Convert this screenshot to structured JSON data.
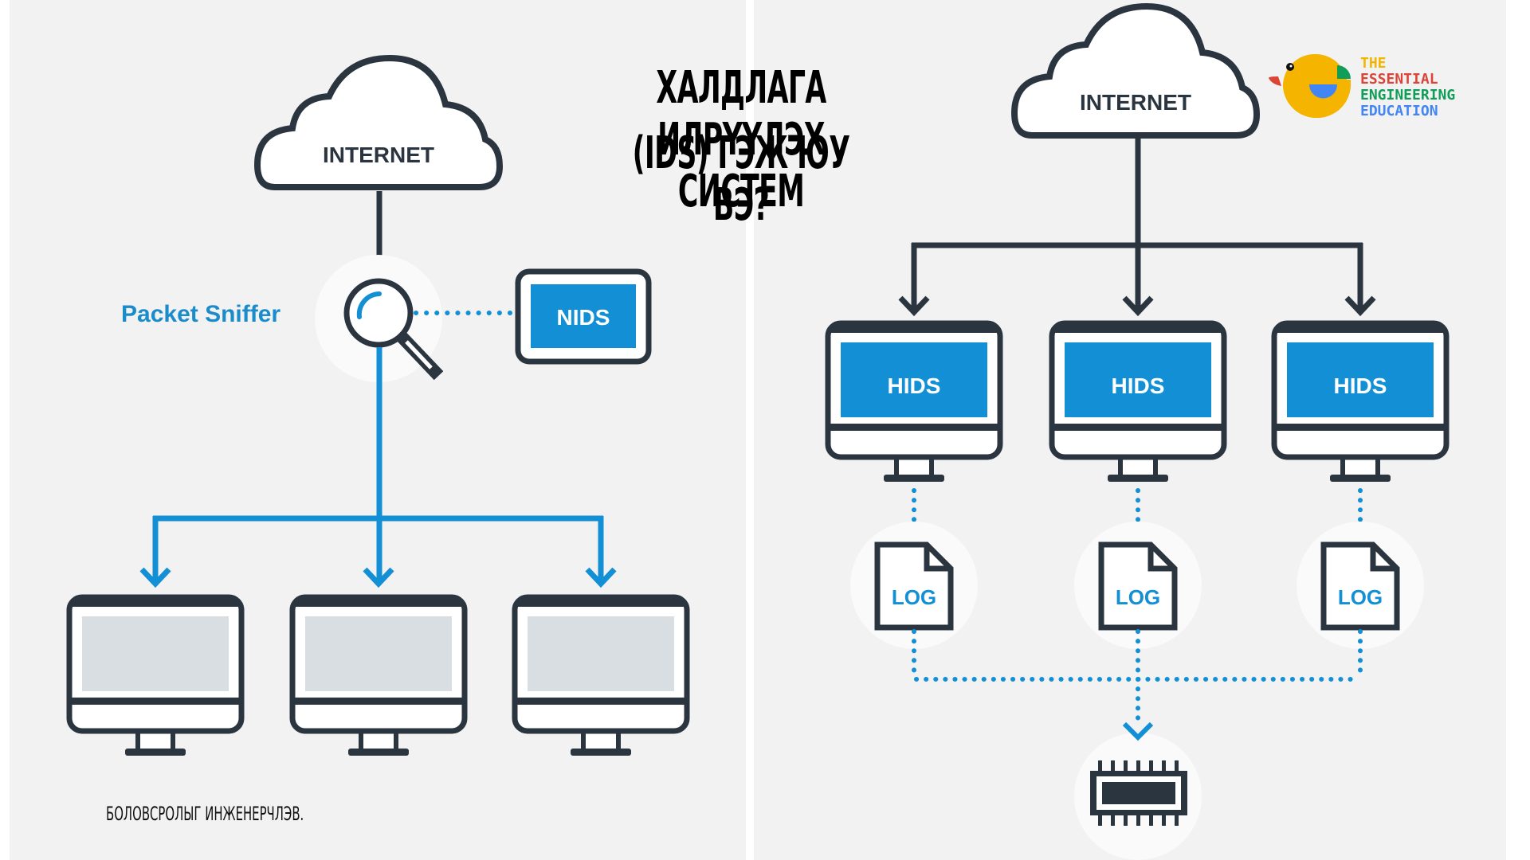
{
  "title": {
    "line1": "ХАЛДЛАГА ИЛРҮҮЛЭХ СИСТЕМ",
    "line2": "(IDS) ГЭЖ ЮУ ВЭ?"
  },
  "caption": "БОЛОВСРОЛЫГ ИНЖЕНЕРЧЛЭВ.",
  "logo": {
    "icon": "duck-icon",
    "lines": [
      {
        "text": "THE",
        "color": "#f4b400"
      },
      {
        "text": "ESSENTIAL",
        "color": "#db4437"
      },
      {
        "text": "ENGINEERING",
        "color": "#0f9d58"
      },
      {
        "text": "EDUCATION",
        "color": "#4285f4"
      }
    ]
  },
  "left_diagram": {
    "cloud_label": "INTERNET",
    "sniffer_label": "Packet Sniffer",
    "nids_label": "NIDS",
    "computers": [
      "computer",
      "computer",
      "computer"
    ]
  },
  "right_diagram": {
    "cloud_label": "INTERNET",
    "hosts": [
      {
        "label": "HIDS",
        "log_label": "LOG"
      },
      {
        "label": "HIDS",
        "log_label": "LOG"
      },
      {
        "label": "HIDS",
        "log_label": "LOG"
      }
    ],
    "collector_icon": "chip-icon"
  },
  "colors": {
    "dark": "#2b3540",
    "blue": "#138fd6",
    "background": "#f2f2f2",
    "screen_gray": "#d8dee1"
  }
}
